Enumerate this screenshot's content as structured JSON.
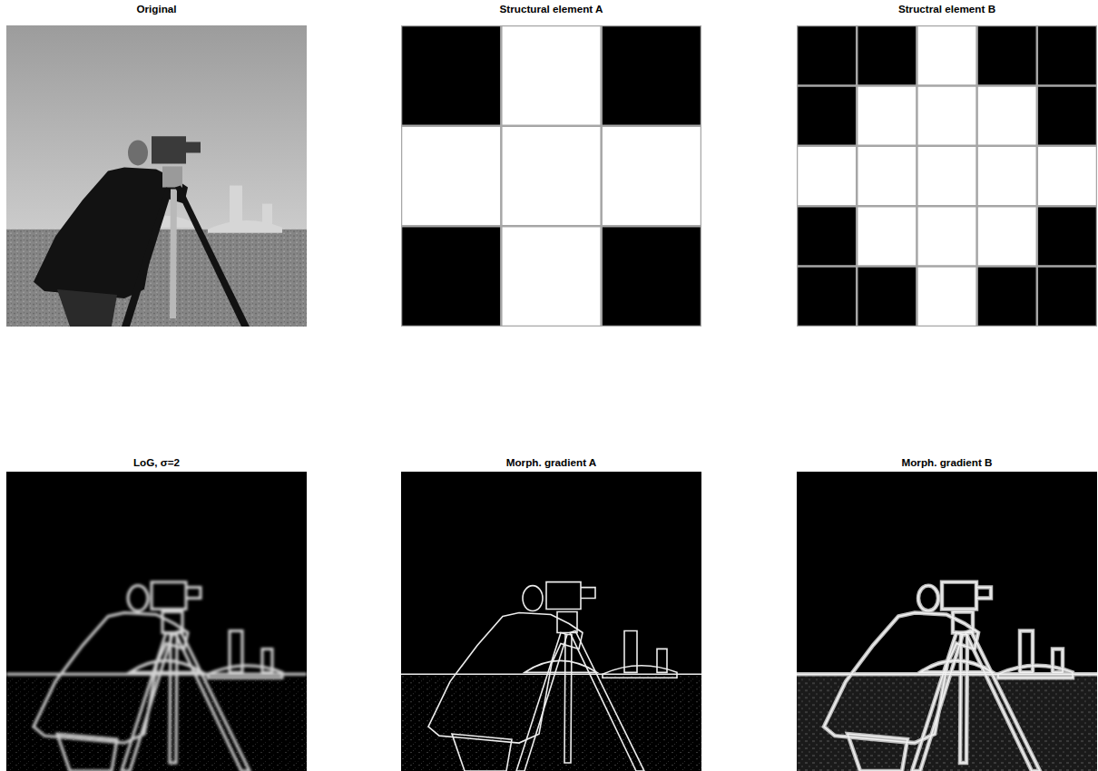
{
  "diagram": {
    "nodes": [
      {
        "text": [
          "Original"
        ]
      },
      {
        "text": [
          "Structural element A"
        ]
      },
      {
        "text": [
          "Structral element B"
        ]
      },
      {
        "text": [
          "LoG, σ=2"
        ]
      },
      {
        "text": [
          "Morph. gradient A"
        ]
      },
      {
        "text": [
          "Morph. gradient B"
        ]
      }
    ]
  }
}
